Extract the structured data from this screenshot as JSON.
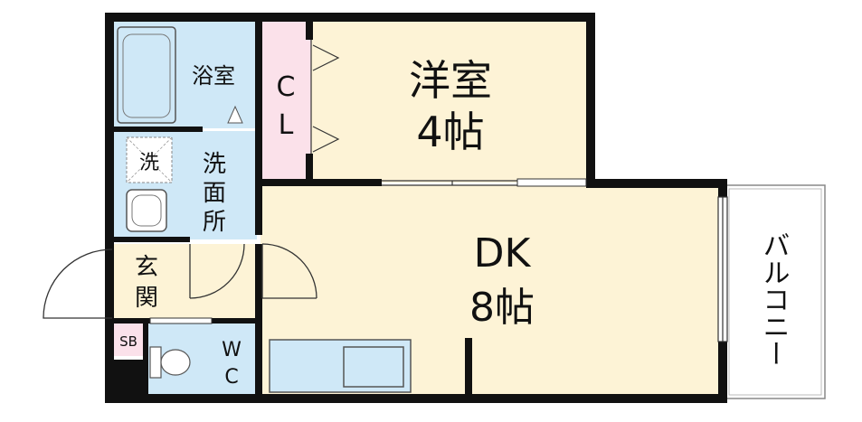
{
  "rooms": {
    "western": {
      "name": "洋室",
      "size": "4帖"
    },
    "dk": {
      "name": "DK",
      "size": "8帖"
    },
    "closet": {
      "line1": "C",
      "line2": "L"
    },
    "bath": "浴室",
    "washroom": {
      "c1": "洗",
      "c2": "面",
      "c3": "所"
    },
    "washer": "洗",
    "entrance": {
      "c1": "玄",
      "c2": "関"
    },
    "shoebox": "SB",
    "toilet": {
      "line1": "W",
      "line2": "C"
    },
    "balcony": "バルコニー"
  },
  "colors": {
    "floor": "#fdf3d6",
    "wet": "#cfe8f7",
    "closet": "#fbe1ea",
    "wall": "#111111"
  }
}
